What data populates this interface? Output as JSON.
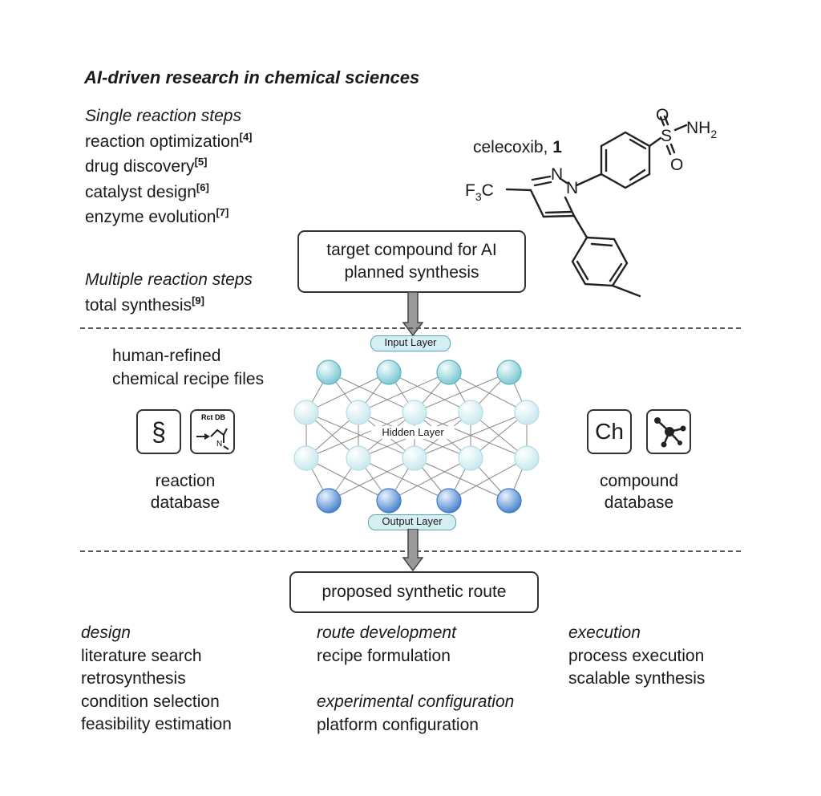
{
  "title": "AI-driven research in chemical sciences",
  "single_steps": {
    "heading": "Single reaction steps",
    "items": [
      {
        "label": "reaction optimization",
        "ref": "[4]"
      },
      {
        "label": "drug discovery",
        "ref": "[5]"
      },
      {
        "label": "catalyst design",
        "ref": "[6]"
      },
      {
        "label": "enzyme evolution",
        "ref": "[7]"
      }
    ]
  },
  "multiple_steps": {
    "heading": "Multiple reaction steps",
    "items": [
      {
        "label": "total synthesis",
        "ref": "[9]"
      }
    ]
  },
  "molecule": {
    "name": "celecoxib, ",
    "number": "1",
    "atoms": {
      "o_top": "O",
      "s": "S",
      "nh2": "NH",
      "nh2_sub": "2",
      "o_bottom": "O",
      "n1": "N",
      "n2": "N",
      "f3c_f": "F",
      "f3c_sub": "3",
      "f3c_c": "C"
    }
  },
  "target_box": {
    "line1": "target compound for AI",
    "line2": "planned synthesis"
  },
  "network": {
    "input_label": "Input Layer",
    "hidden_label": "Hidden Layer",
    "output_label": "Output Layer"
  },
  "recipe_files": {
    "line1": "human-refined",
    "line2": "chemical recipe files"
  },
  "reaction_db": {
    "icon_symbol": "§",
    "rct_label": "Rct DB",
    "n_label": "N",
    "line1": "reaction",
    "line2": "database"
  },
  "compound_db": {
    "icon_symbol": "Ch",
    "line1": "compound",
    "line2": "database"
  },
  "route_box": "proposed synthetic route",
  "design": {
    "heading": "design",
    "items": [
      "literature search",
      "retrosynthesis",
      "condition selection",
      "feasibility estimation"
    ]
  },
  "route_development": {
    "heading": "route development",
    "items": [
      "recipe formulation"
    ]
  },
  "experimental_configuration": {
    "heading": "experimental configuration",
    "items": [
      "platform configuration"
    ]
  },
  "execution": {
    "heading": "execution",
    "items": [
      "process execution",
      "scalable synthesis"
    ]
  },
  "colors": {
    "input_node": "#9fd8de",
    "hidden_node": "#e6f5f8",
    "output_node": "#6f9fd6",
    "pill_fill": "#d5eef3",
    "arrow_fill": "#999999"
  }
}
